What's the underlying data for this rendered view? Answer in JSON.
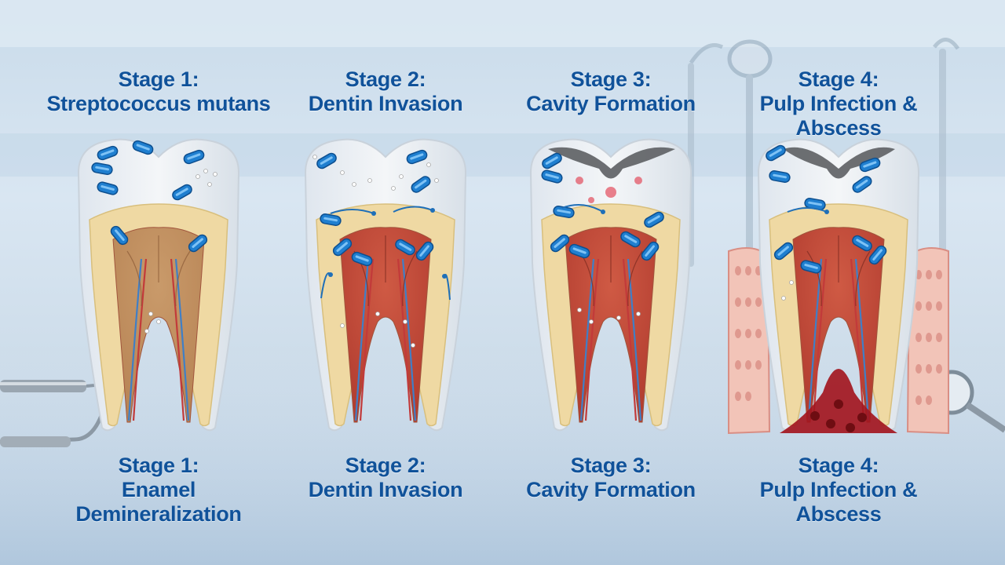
{
  "colors": {
    "title": "#10529a",
    "enamel": "#f4f6f8",
    "dentin": "#efd9a3",
    "pulp_healthy": "#c99a6a",
    "pulp_inflamed": "#cf5a44",
    "bacteria": "#1f7fd0",
    "decay": "#5d5f63",
    "bone": "#f2c4b8",
    "abscess": "#a3171f"
  },
  "stages": [
    {
      "top_title": [
        "Stage 1:",
        "Streptococcus mutans"
      ],
      "bottom_title": [
        "Stage 1:",
        "Enamel",
        "Demineralization"
      ],
      "icon": "tooth-stage-1-enamel-demineralization"
    },
    {
      "top_title": [
        "Stage 2:",
        "Dentin Invasion"
      ],
      "bottom_title": [
        "Stage 2:",
        "Dentin Invasion"
      ],
      "icon": "tooth-stage-2-dentin-invasion"
    },
    {
      "top_title": [
        "Stage 3:",
        "Cavity Formation"
      ],
      "bottom_title": [
        "Stage 3:",
        "Cavity Formation"
      ],
      "icon": "tooth-stage-3-cavity-formation"
    },
    {
      "top_title": [
        "Stage 4:",
        "Pulp Infection & Abscess"
      ],
      "bottom_title": [
        "Stage 4:",
        "Pulp Infection &",
        "Abscess"
      ],
      "icon": "tooth-stage-4-pulp-infection-abscess"
    }
  ]
}
